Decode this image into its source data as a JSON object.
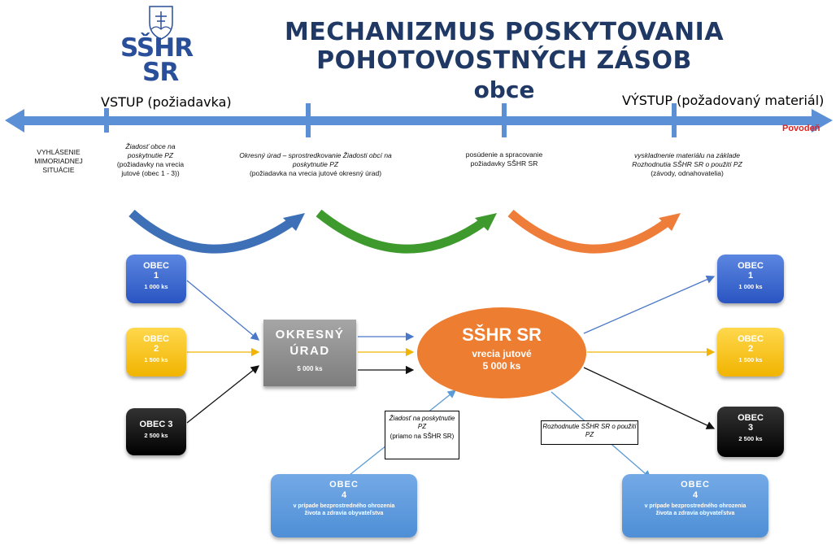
{
  "logo": {
    "line1": "SŠHR",
    "line2": "SR"
  },
  "title": {
    "line1": "MECHANIZMUS POSKYTOVANIA",
    "line2": "POHOTOVOSTNÝCH ZÁSOB",
    "subtitle": "obce"
  },
  "phases": {
    "input": "VSTUP (požiadavka)",
    "output": "VÝSTUP (požadovaný materiál)"
  },
  "steps": {
    "s1": "VYHLÁSENIE MIMORIADNEJ SITUÁCIE",
    "s2a": "Žiadosť obce na poskytnutie PZ",
    "s2b": "(požiadavky na vrecia jutové (obec 1 - 3))",
    "s3a": "Okresný úrad – sprostredkovanie Žiadosti obcí na poskytnutie PZ",
    "s3b": "(požiadavka na vrecia jutové okresný úrad)",
    "s4": "posúdenie a spracovanie požiadavky SŠHR SR",
    "s5a": "vyskladnenie materiálu na základe Rozhodnutia SŠHR SR o použití PZ",
    "s5b": "(závody, odnahovatelia)"
  },
  "event_label": "Povodeň",
  "left_obce": [
    {
      "name": "OBEC",
      "num": "1",
      "qty": "1 000 ks"
    },
    {
      "name": "OBEC",
      "num": "2",
      "qty": "1 500 ks"
    },
    {
      "name": "OBEC 3",
      "num": "",
      "qty": "2 500 ks"
    }
  ],
  "right_obce": [
    {
      "name": "OBEC",
      "num": "1",
      "qty": "1 000 ks"
    },
    {
      "name": "OBEC",
      "num": "2",
      "qty": "1 500 ks"
    },
    {
      "name": "OBEC",
      "num": "3",
      "qty": "2 500 ks"
    }
  ],
  "okresny": {
    "line1": "OKRESNÝ",
    "line2": "ÚRAD",
    "qty": "5 000 ks"
  },
  "sshr": {
    "line1": "SŠHR SR",
    "line2": "vrecia jutové",
    "line3": "5 000 ks"
  },
  "note_left": {
    "line1": "Žiadosť na poskytnutie PZ",
    "line2": "(priamo na SŠHR SR)"
  },
  "note_right": "Rozhodnutie SŠHR SR o použití PZ",
  "obec4": {
    "name": "OBEC",
    "num": "4",
    "desc": "v prípade bezprostredného ohrozenia života a zdravia obyvateľstva"
  },
  "colors": {
    "timeline": "#5b8fd6",
    "arrow_blue": "#3e70b8",
    "arrow_green": "#3f9a2e",
    "arrow_orange": "#ee7d3a",
    "sshr": "#ed7d31",
    "title": "#1f3864",
    "event": "#e02020"
  }
}
